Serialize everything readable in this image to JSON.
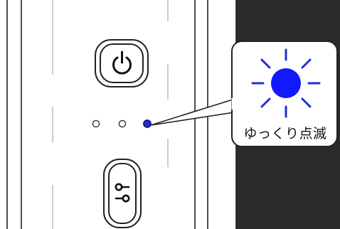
{
  "callout": {
    "label": "ゆっくり点滅"
  },
  "indicator": {
    "lamps": [
      {
        "name": "lamp-1",
        "state": "off"
      },
      {
        "name": "lamp-2",
        "state": "off"
      },
      {
        "name": "lamp-3",
        "state": "on"
      }
    ],
    "lit_color": "#1d2fd6"
  },
  "buttons": [
    {
      "name": "power-button",
      "icon": "power-icon"
    },
    {
      "name": "settings-button",
      "icon": "source-switch-icon"
    }
  ]
}
